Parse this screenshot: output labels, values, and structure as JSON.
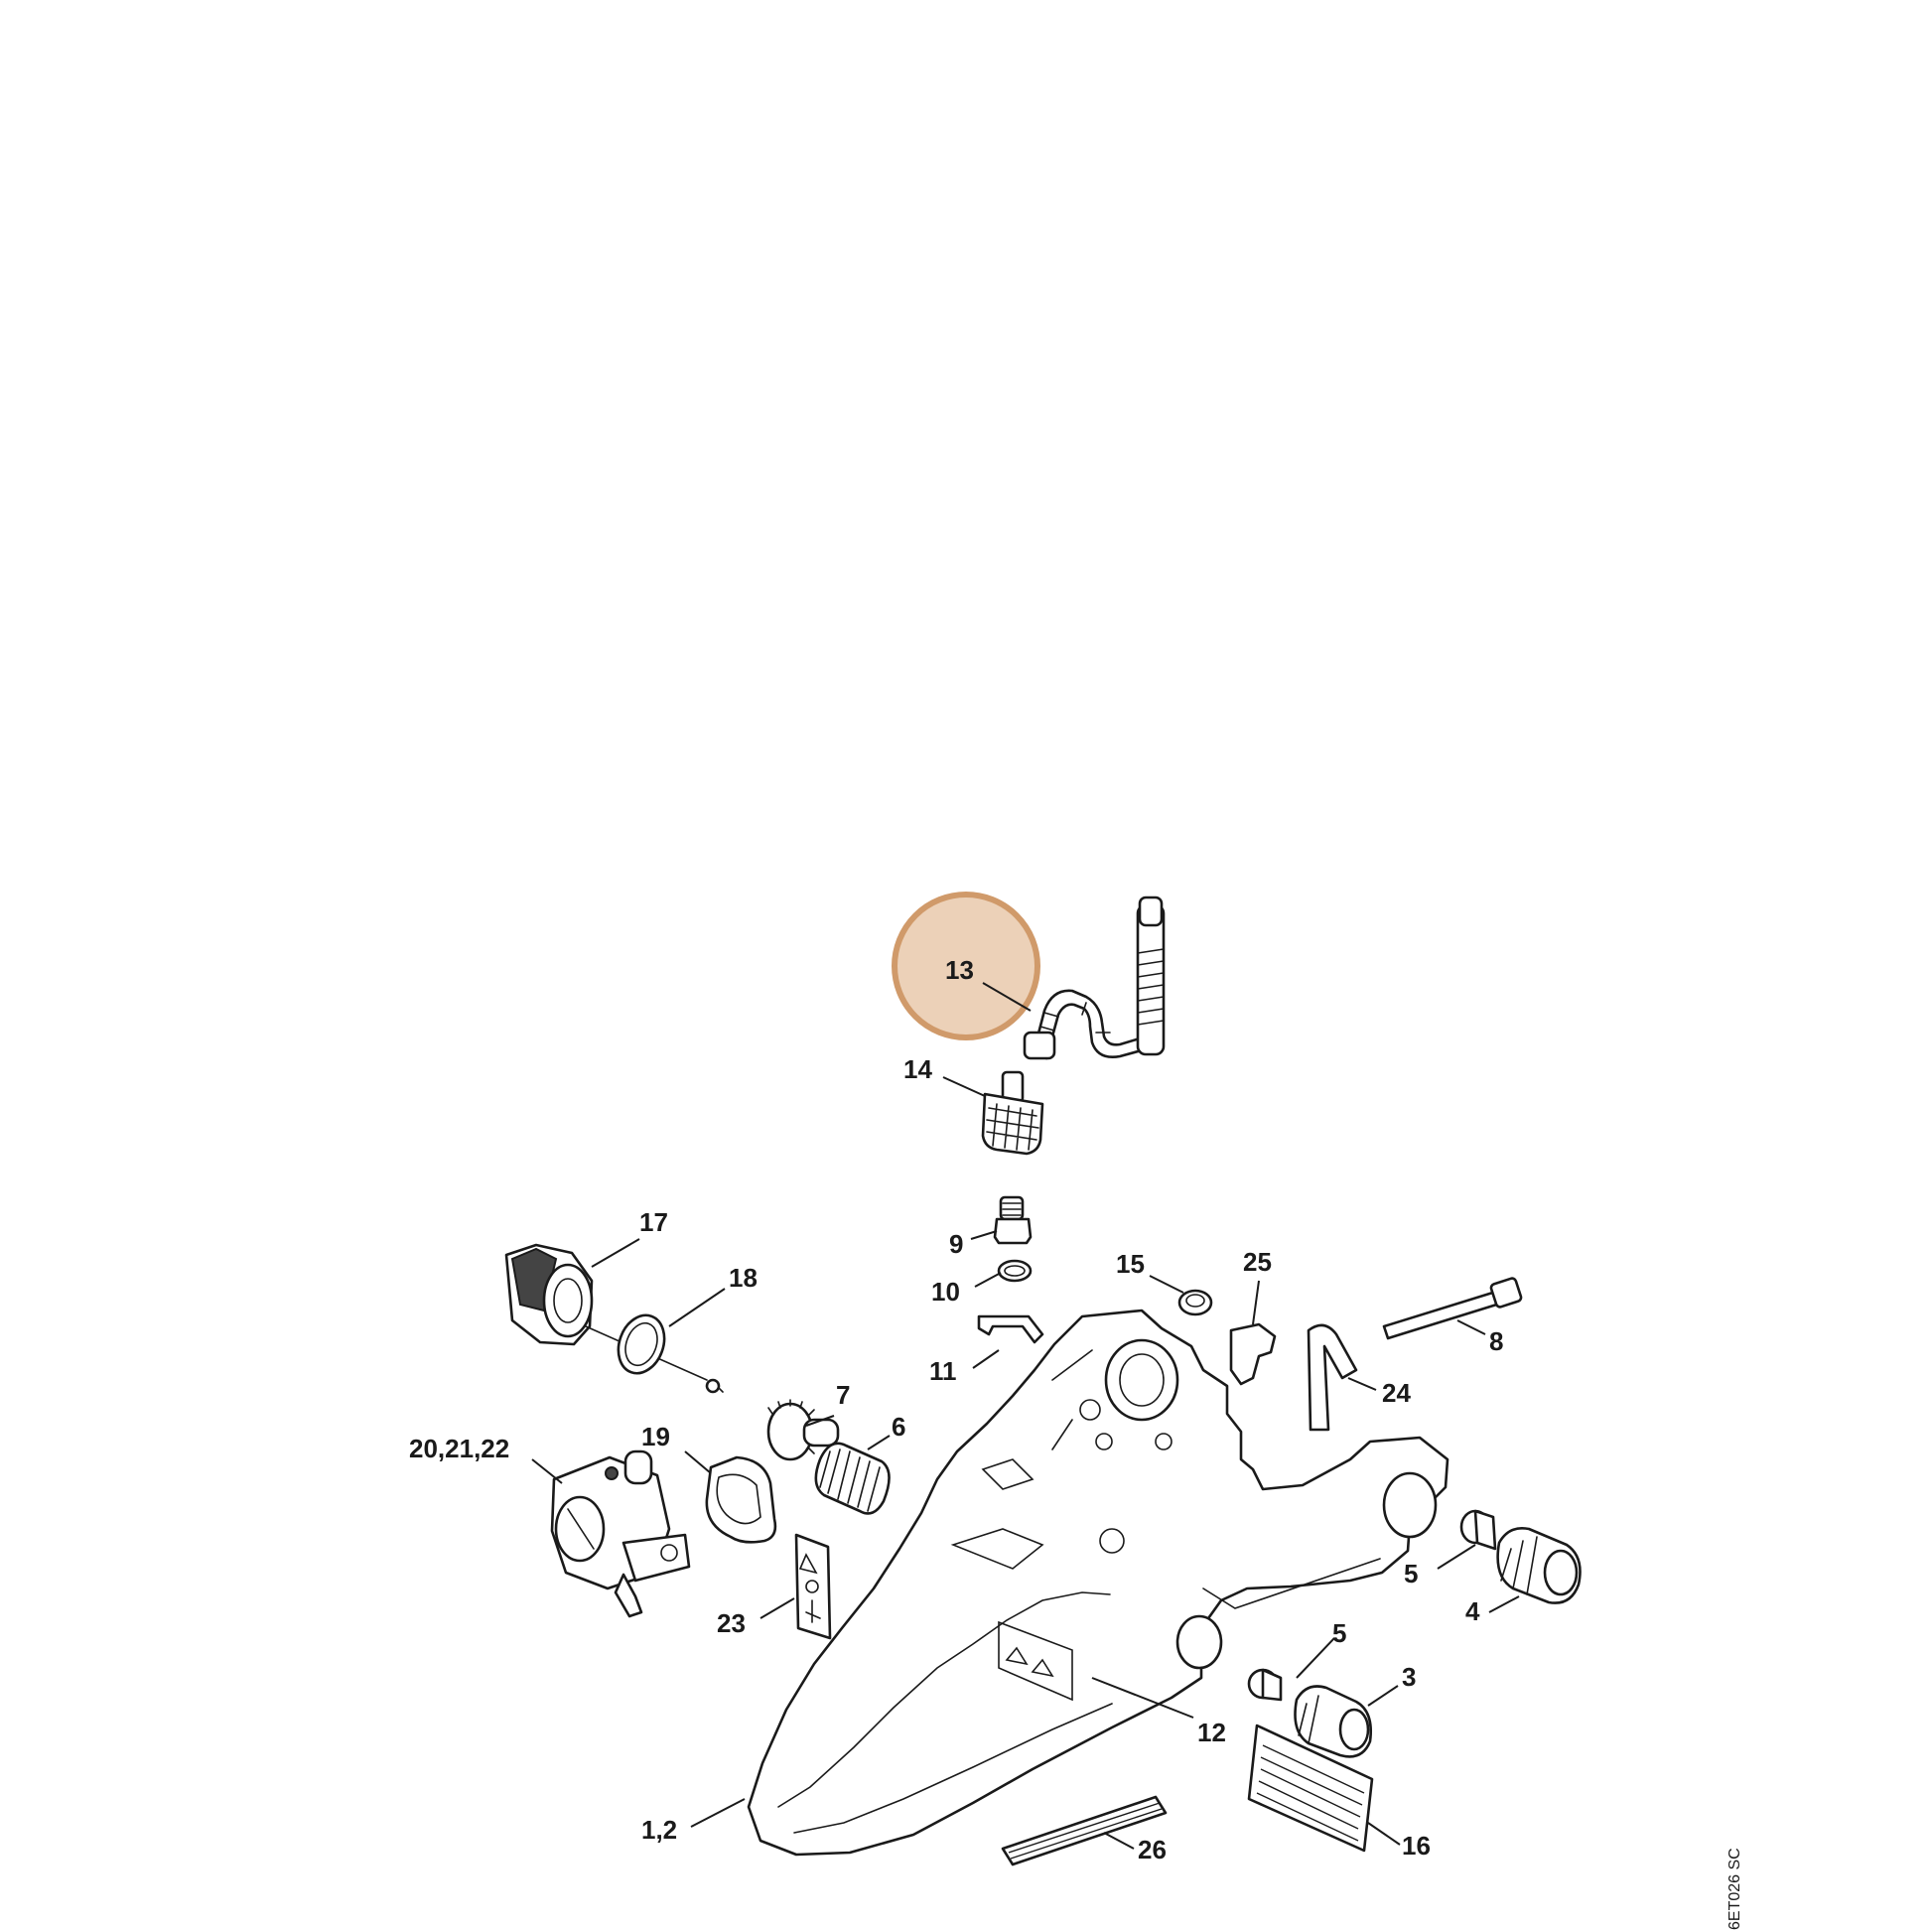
{
  "diagram": {
    "highlight_color": "#d09a6a",
    "highlight_fill": "#ecd1b8",
    "reference_code": "6ET026 SC",
    "labels": {
      "p13": "13",
      "p14": "14",
      "p17": "17",
      "p18": "18",
      "p9": "9",
      "p10": "10",
      "p15": "15",
      "p25": "25",
      "p8": "8",
      "p11": "11",
      "p24": "24",
      "p7": "7",
      "p6": "6",
      "p19": "19",
      "p20_22": "20,21,22",
      "p5a": "5",
      "p4": "4",
      "p23": "23",
      "p5b": "5",
      "p3": "3",
      "p12": "12",
      "p1_2": "1,2",
      "p26": "26",
      "p16": "16"
    }
  }
}
